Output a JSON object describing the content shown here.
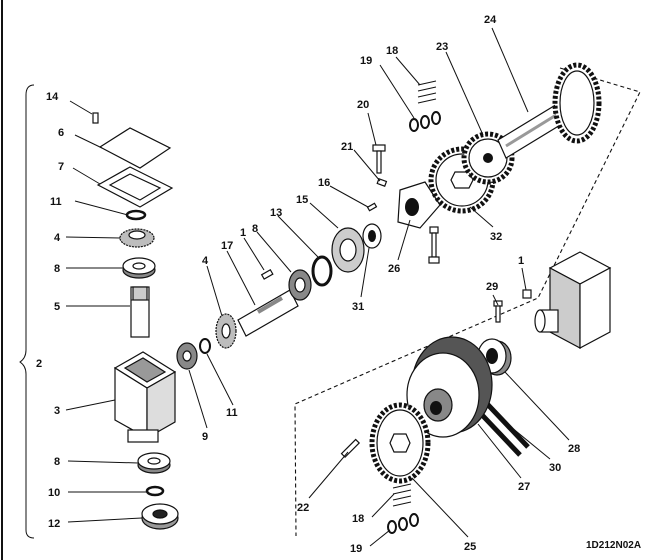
{
  "drawing_ref": "1D212N02A",
  "callouts": {
    "c1a": "1",
    "c1b": "1",
    "c2": "2",
    "c3": "3",
    "c4a": "4",
    "c4b": "4",
    "c5": "5",
    "c6": "6",
    "c7": "7",
    "c8a": "8",
    "c8b": "8",
    "c8c": "8",
    "c9": "9",
    "c10": "10",
    "c11a": "11",
    "c11b": "11",
    "c12": "12",
    "c13": "13",
    "c14": "14",
    "c15": "15",
    "c16": "16",
    "c17": "17",
    "c18a": "18",
    "c18b": "18",
    "c19a": "19",
    "c19b": "19",
    "c20": "20",
    "c21": "21",
    "c22": "22",
    "c23": "23",
    "c24": "24",
    "c25": "25",
    "c26": "26",
    "c27": "27",
    "c28": "28",
    "c29": "29",
    "c30": "30",
    "c31": "31",
    "c32": "32"
  },
  "colors": {
    "ink": "#111111",
    "paper": "#ffffff",
    "shade": "#bdbdbd"
  }
}
